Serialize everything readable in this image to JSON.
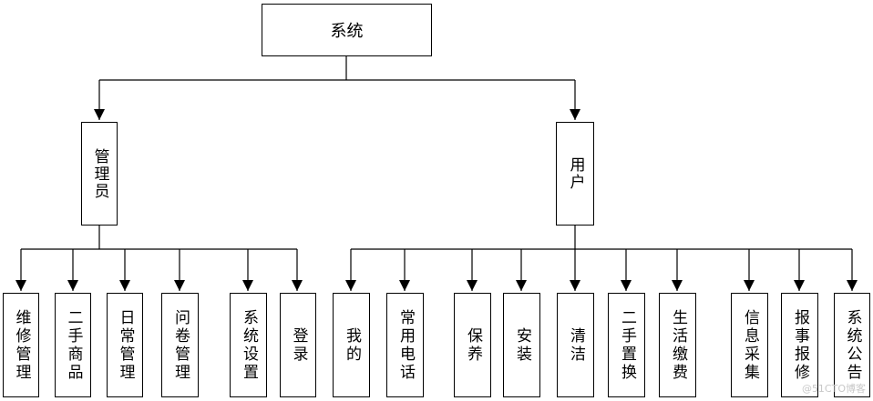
{
  "root": {
    "label": "系统"
  },
  "groups": {
    "admin": {
      "label": "管理员",
      "children": [
        "维修管理",
        "二手商品",
        "日常管理",
        "问卷管理",
        "系统设置",
        "登录"
      ]
    },
    "user": {
      "label": "用户",
      "children": [
        "我的",
        "常用电话",
        "保养",
        "安装",
        "清洁",
        "二手置换",
        "生活缴费",
        "信息采集",
        "报事报修",
        "系统公告"
      ]
    }
  },
  "watermark": "@51CTO博客"
}
